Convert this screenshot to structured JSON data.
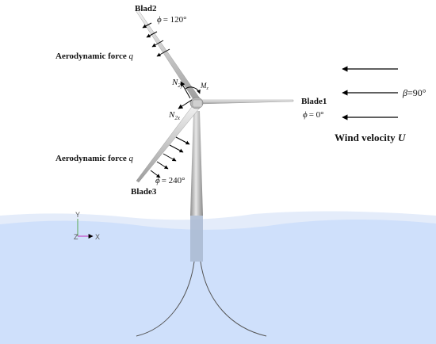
{
  "blade2": {
    "name": "Blad2",
    "phi_sym": "ϕ",
    "phi_val": "= 120°"
  },
  "blade1": {
    "name": "Blade1",
    "phi_sym": "ϕ",
    "phi_val": "= 0°"
  },
  "blade3": {
    "name": "Blade3",
    "phi_sym": "ϕ",
    "phi_val": "= 240°"
  },
  "force_upper": {
    "text": "Aerodynamic force ",
    "sym": "q"
  },
  "force_lower": {
    "text": "Aerodynamic force ",
    "sym": "q"
  },
  "moment": {
    "sym": "M",
    "sub": "z"
  },
  "n2y": {
    "sym": "N",
    "sub": "2y"
  },
  "n2x": {
    "sym": "N",
    "sub": "2x"
  },
  "beta": {
    "sym": "β",
    "val": "=90°"
  },
  "wind": {
    "text": "Wind velocity ",
    "sym": "U"
  },
  "axes": {
    "y": "Y",
    "z": "Z",
    "x": "X"
  },
  "colors": {
    "water_surface": "#e4ecfa",
    "water_deep": "#cfe0fb",
    "tower": "#bfbfbf",
    "arrow": "#000000",
    "axis_y": "#6db06d",
    "axis_x": "#c552c5"
  }
}
